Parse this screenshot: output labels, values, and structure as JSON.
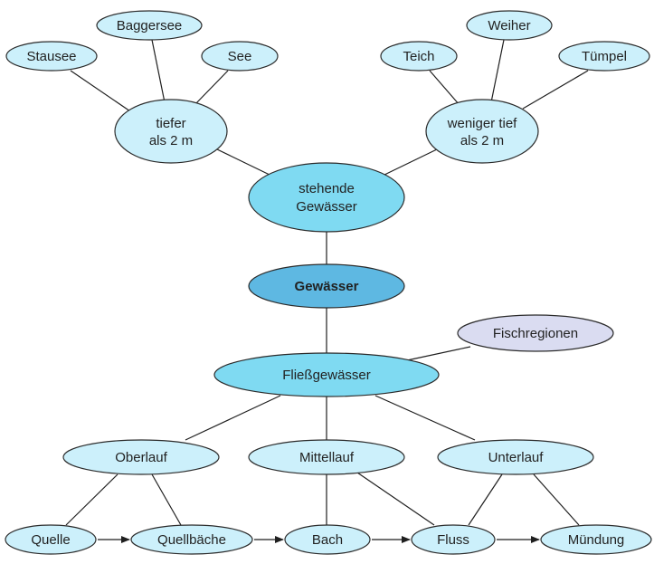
{
  "colors": {
    "light_node": "#ccf0fb",
    "medium_node": "#7fdaf2",
    "core_node": "#5eb8e2",
    "lavender_node": "#dadcf1",
    "line": "#1f1f1f"
  },
  "nodes": {
    "gewaesser": "Gewässer",
    "stehende_gewaesser": {
      "line1": "stehende",
      "line2": "Gewässer"
    },
    "tiefer": {
      "line1": "tiefer",
      "line2": "als 2 m"
    },
    "weniger_tief": {
      "line1": "weniger tief",
      "line2": "als 2 m"
    },
    "stausee": "Stausee",
    "baggersee": "Baggersee",
    "see": "See",
    "teich": "Teich",
    "weiher": "Weiher",
    "tuempel": "Tümpel",
    "fliessgewaesser": "Fließgewässer",
    "fischregionen": "Fischregionen",
    "oberlauf": "Oberlauf",
    "mittellauf": "Mittellauf",
    "unterlauf": "Unterlauf",
    "quelle": "Quelle",
    "quellbaeche": "Quellbäche",
    "bach": "Bach",
    "fluss": "Fluss",
    "muendung": "Mündung"
  }
}
